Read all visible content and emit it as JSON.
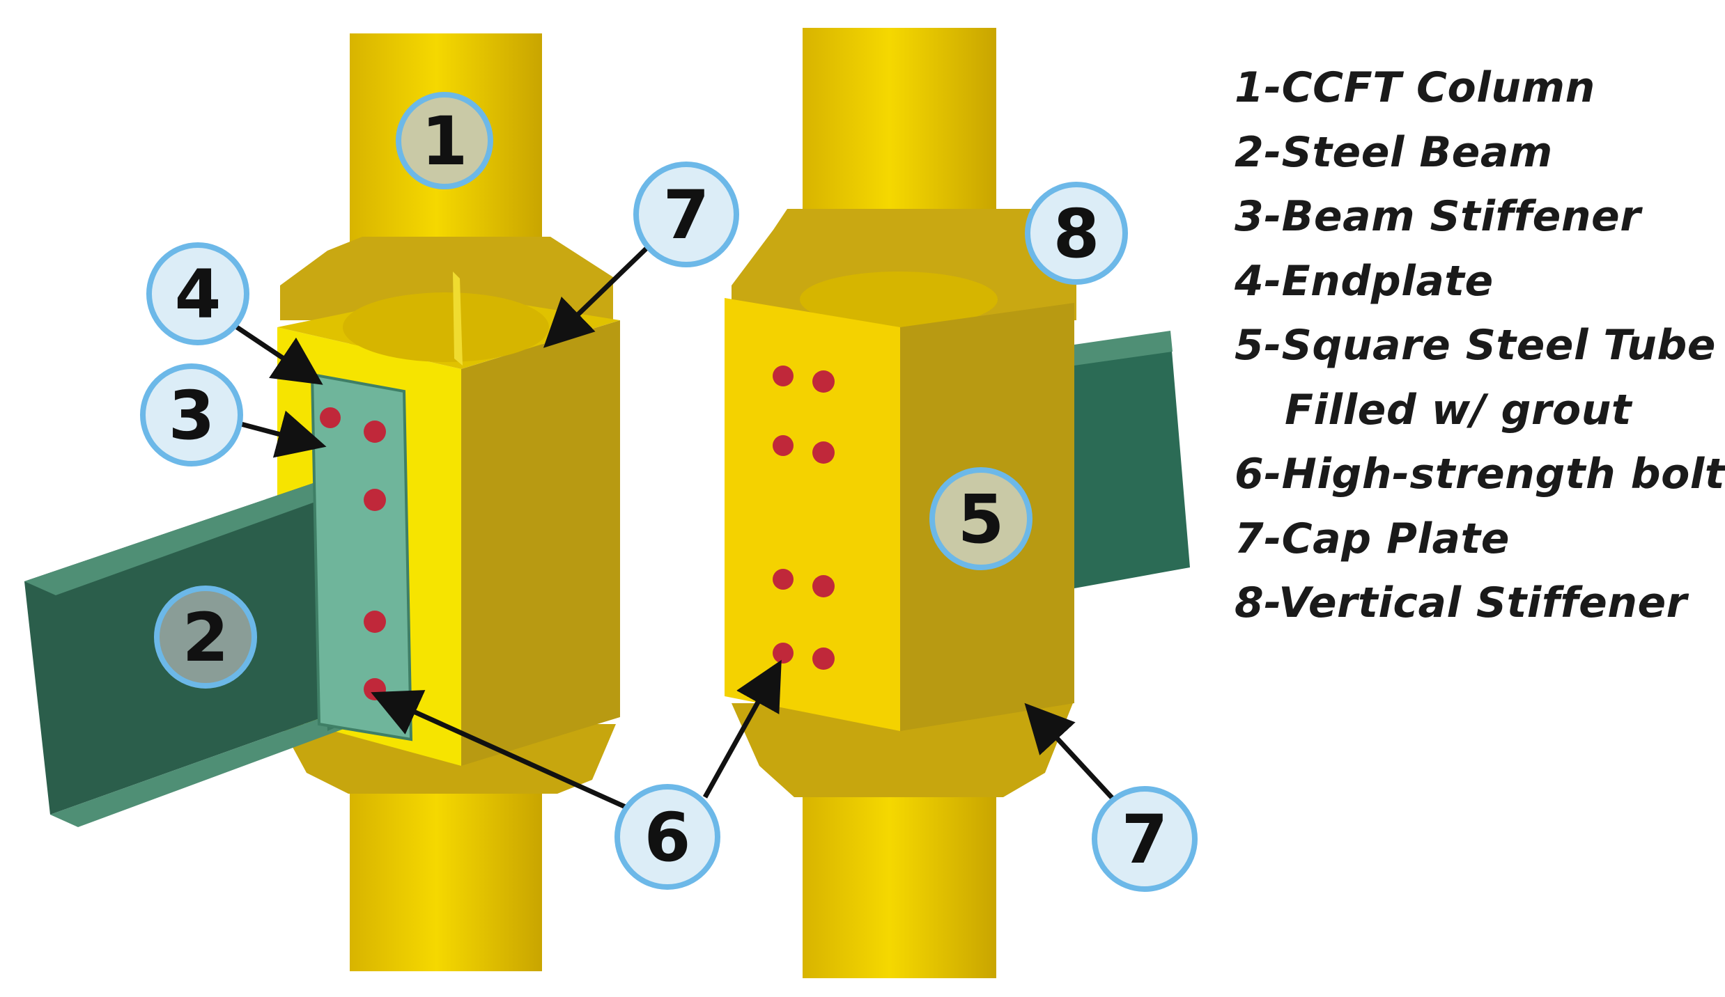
{
  "legend": [
    {
      "text": "1-CCFT Column"
    },
    {
      "text": "2-Steel Beam"
    },
    {
      "text": "3-Beam Stiffener"
    },
    {
      "text": "4-Endplate"
    },
    {
      "text": "5-Square Steel Tube"
    },
    {
      "text": "Filled w/ grout"
    },
    {
      "text": "6-High-strength bolt"
    },
    {
      "text": "7-Cap Plate"
    },
    {
      "text": "8-Vertical Stiffener"
    }
  ],
  "callouts": {
    "c1": "1",
    "c2": "2",
    "c3": "3",
    "c4": "4",
    "c5": "5",
    "c6": "6",
    "c7a": "7",
    "c7b": "7",
    "c8": "8"
  },
  "colors": {
    "steel_yellow": "#f2d400",
    "steel_yellow_dark": "#b89a12",
    "beam_green": "#2f6b55",
    "endplate_green": "#6db39a",
    "bolt_red": "#c0283a",
    "callout_fill": "#dcedf7",
    "callout_ring": "#6cb8e8"
  }
}
